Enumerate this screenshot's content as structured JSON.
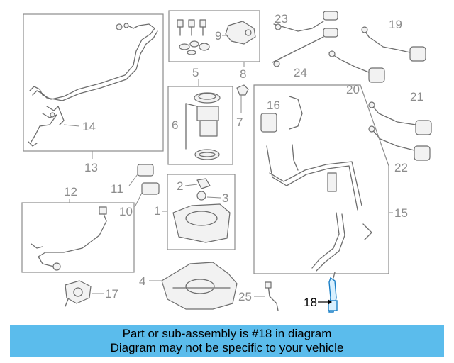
{
  "diagram": {
    "callouts": {
      "c1": "1",
      "c2": "2",
      "c3": "3",
      "c4": "4",
      "c5": "5",
      "c6": "6",
      "c7": "7",
      "c8": "8",
      "c9": "9",
      "c10": "10",
      "c11": "11",
      "c12": "12",
      "c13": "13",
      "c14": "14",
      "c15": "15",
      "c16": "16",
      "c17": "17",
      "c18": "18",
      "c19": "19",
      "c20": "20",
      "c21": "21",
      "c22": "22",
      "c23": "23",
      "c24": "24",
      "c25": "25"
    },
    "highlighted_part": "18",
    "colors": {
      "line": "#6e6e6e",
      "highlight": "#1a7fc6",
      "banner": "#5bbcec"
    }
  },
  "banner": {
    "line1": "Part or sub-assembly is #18 in diagram",
    "line2": "Diagram may not be specific to your vehicle"
  }
}
